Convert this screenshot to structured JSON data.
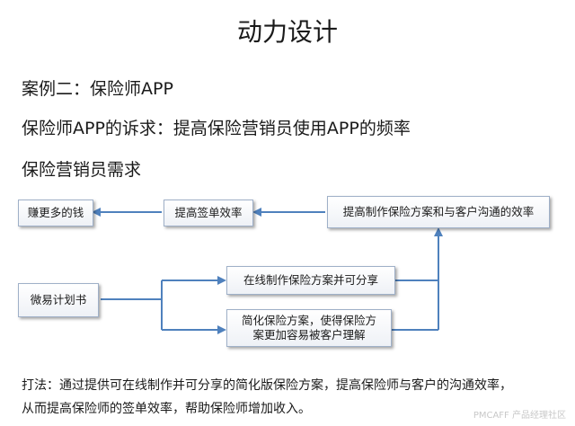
{
  "title": "动力设计",
  "lines": {
    "case": "案例二：保险师APP",
    "appeal": "保险师APP的诉求：提高保险营销员使用APP的频率",
    "needs": "保险营销员需求"
  },
  "diagram": {
    "earn_more": "赚更多的钱",
    "signing_efficiency": "提高签单效率",
    "communication_efficiency": "提高制作保险方案和与客户沟通的效率",
    "plan_tool": "微易计划书",
    "online_share": "在线制作保险方案并可分享",
    "simplify_line1": "简化保险方案，使得保险方",
    "simplify_line2": "案更加容易被客户理解"
  },
  "footer": {
    "line1": "打法：通过提供可在线制作并可分享的简化版保险方案，提高保险师与客户的沟通效率，",
    "line2": "从而提高保险师的签单效率，帮助保险师增加收入。"
  },
  "watermark": "PMCAFF 产品经理社区",
  "colors": {
    "arrow": "#4f81bd",
    "box_border": "#9fb0c8"
  }
}
